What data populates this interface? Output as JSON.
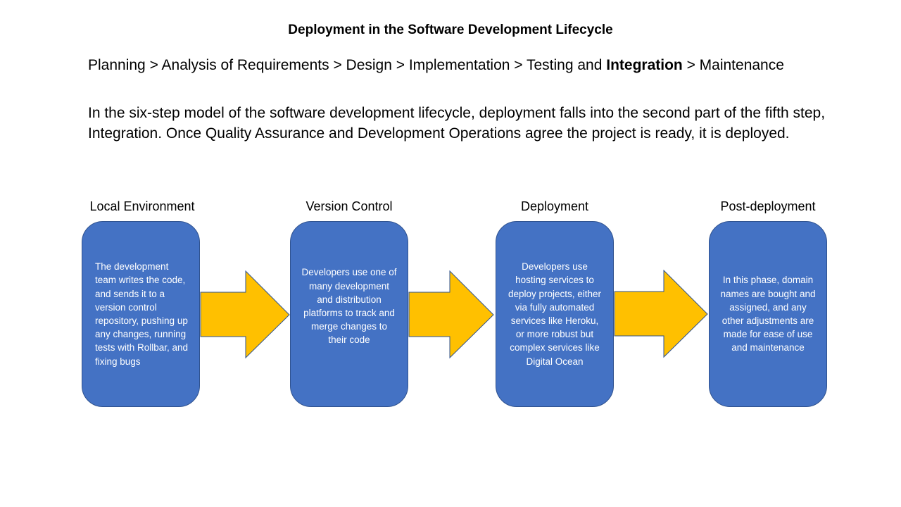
{
  "slide": {
    "title": "Deployment in the Software Development Lifecycle",
    "sequence": {
      "part1": "Planning > Analysis of Requirements > Design > Implementation > Testing and ",
      "bold": "Integration",
      "part2": " > Maintenance"
    },
    "paragraph": "In the six-step model of the software development lifecycle, deployment falls into the second part of the fifth step, Integration. Once Quality Assurance and Development Operations agree the project is ready, it is deployed."
  },
  "stages": [
    {
      "label": "Local Environment",
      "text": "The development team writes the code, and sends it to a version control repository, pushing up any changes, running tests with Rollbar, and fixing bugs"
    },
    {
      "label": "Version Control",
      "text": "Developers use one of many development and distribution platforms to track and merge changes to their code"
    },
    {
      "label": "Deployment",
      "text": "Developers use hosting services to deploy projects, either via fully automated services like Heroku, or more robust but complex services like Digital Ocean"
    },
    {
      "label": "Post-deployment",
      "text": "In this phase, domain names are bought and assigned, and any other adjustments are made for ease of use and maintenance"
    }
  ],
  "colors": {
    "box_fill": "#4472c4",
    "box_border": "#2f528f",
    "arrow_fill": "#ffc000",
    "arrow_border": "#2f528f"
  }
}
